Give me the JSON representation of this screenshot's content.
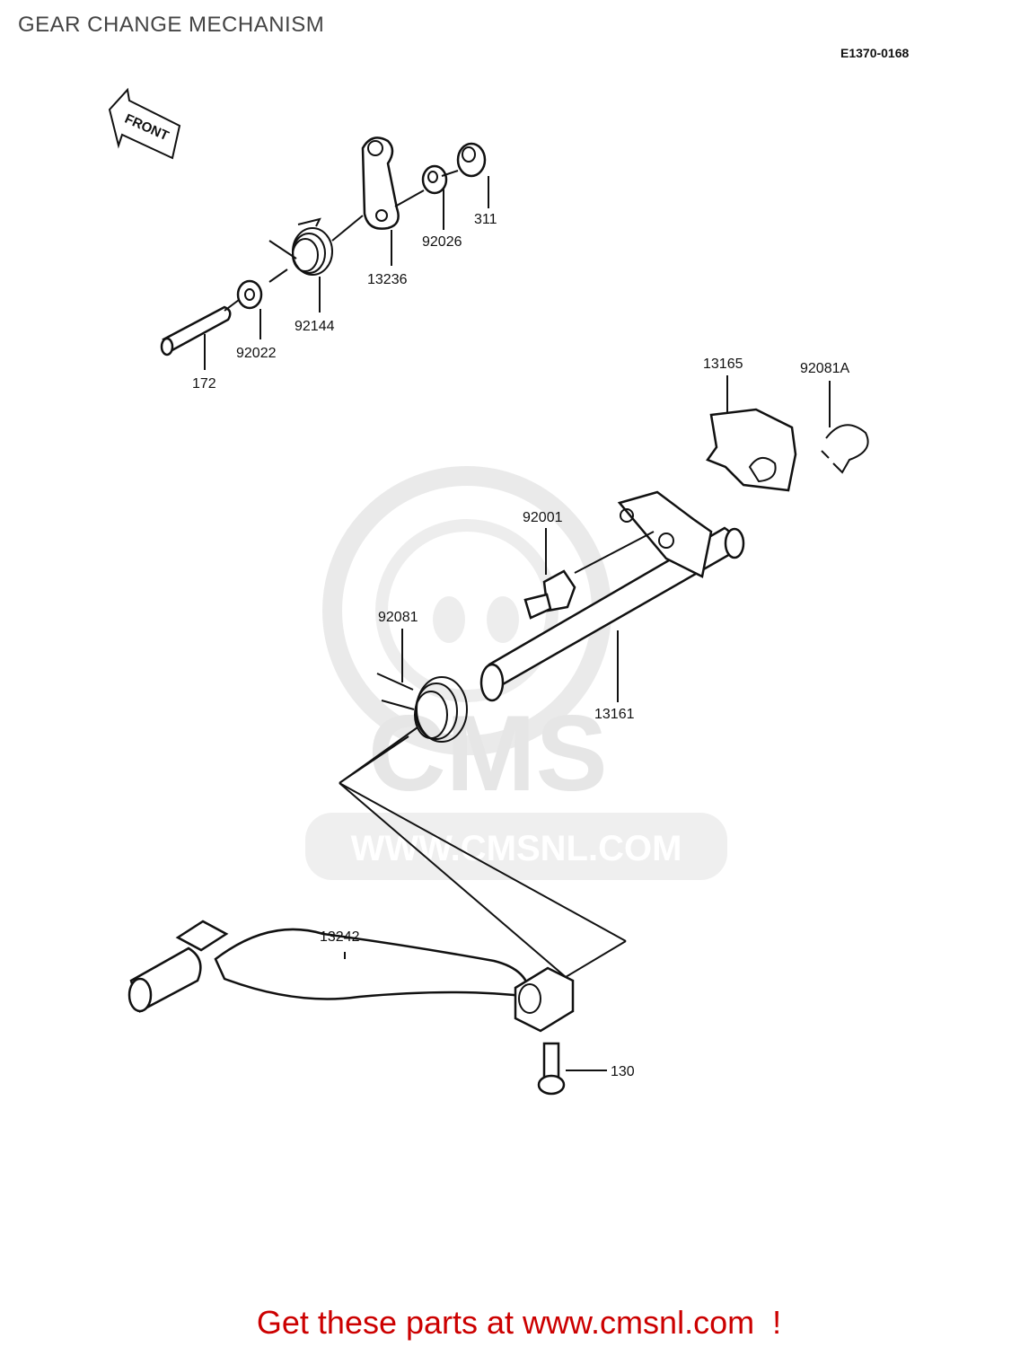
{
  "header": {
    "title": "GEAR CHANGE MECHANISM",
    "diagram_code": "E1370-0168"
  },
  "front_arrow": {
    "label": "FRONT"
  },
  "watermark": {
    "brand": "CMS",
    "url": "WWW.CMSNL.COM"
  },
  "parts": [
    {
      "key": "311",
      "label": "311"
    },
    {
      "key": "92026",
      "label": "92026"
    },
    {
      "key": "13236",
      "label": "13236"
    },
    {
      "key": "92144",
      "label": "92144"
    },
    {
      "key": "92022",
      "label": "92022"
    },
    {
      "key": "172",
      "label": "172"
    },
    {
      "key": "13165",
      "label": "13165"
    },
    {
      "key": "92081A",
      "label": "92081A"
    },
    {
      "key": "92001",
      "label": "92001"
    },
    {
      "key": "92081",
      "label": "92081"
    },
    {
      "key": "13161",
      "label": "13161"
    },
    {
      "key": "13242",
      "label": "13242"
    },
    {
      "key": "130",
      "label": "130"
    }
  ],
  "footer": {
    "cta_text": "Get these parts at www.cmsnl.com",
    "exclaim": "!"
  }
}
